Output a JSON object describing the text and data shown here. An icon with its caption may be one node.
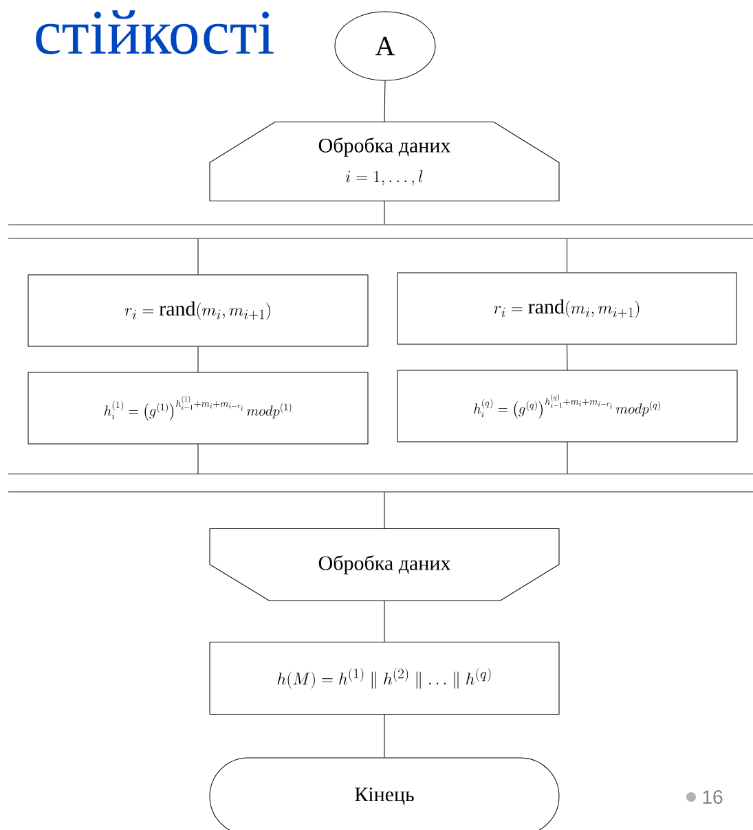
{
  "diagram": {
    "title": "стійкості",
    "nodes": [
      {
        "text": [
          "A"
        ]
      },
      {
        "text": [
          "Обробка даних",
          "i = 1, \\ldots, l"
        ]
      },
      {
        "text": [],
        "shape": "bar"
      },
      {
        "text": [
          "r_i = \\mathrm{rand}(m_i, m_{i+1})"
        ]
      },
      {
        "text": [
          "r_i = \\mathrm{rand}(m_i, m_{i+1})"
        ]
      },
      {
        "text": [
          "h_i^{(1)} = \\left(g^{(1)}\\right)^{h_{i-1}^{(1)}+m_i+m_{i-r_i}} modp^{(1)}"
        ]
      },
      {
        "text": [
          "h_i^{(q)} = \\left(g^{(q)}\\right)^{h_{i-1}^{(q)}+m_i+m_{i-r_i}} modp^{(q)}"
        ]
      },
      {
        "text": [],
        "shape": "bar"
      },
      {
        "text": [
          "Обробка даних"
        ]
      },
      {
        "text": [
          "h(M) = h^{(1)} \\parallel h^{(2)} \\parallel\\ldots \\parallel h^{(q)}"
        ]
      },
      {
        "text": [
          "Кінець"
        ]
      }
    ],
    "edges": [
      {
        "from": 0,
        "to": 1,
        "arrow": "none"
      },
      {
        "from": 1,
        "to": 2,
        "arrow": "none"
      },
      {
        "from": 2,
        "to": 3,
        "arrow": "none"
      },
      {
        "from": 2,
        "to": 4,
        "arrow": "none"
      },
      {
        "from": 3,
        "to": 5,
        "arrow": "none"
      },
      {
        "from": 4,
        "to": 6,
        "arrow": "none"
      },
      {
        "from": 5,
        "to": 7,
        "arrow": "none"
      },
      {
        "from": 6,
        "to": 7,
        "arrow": "none"
      },
      {
        "from": 7,
        "to": 8,
        "arrow": "none"
      },
      {
        "from": 8,
        "to": 9,
        "arrow": "none"
      },
      {
        "from": 9,
        "to": 10,
        "arrow": "none"
      }
    ],
    "labels": [
      "16"
    ]
  }
}
